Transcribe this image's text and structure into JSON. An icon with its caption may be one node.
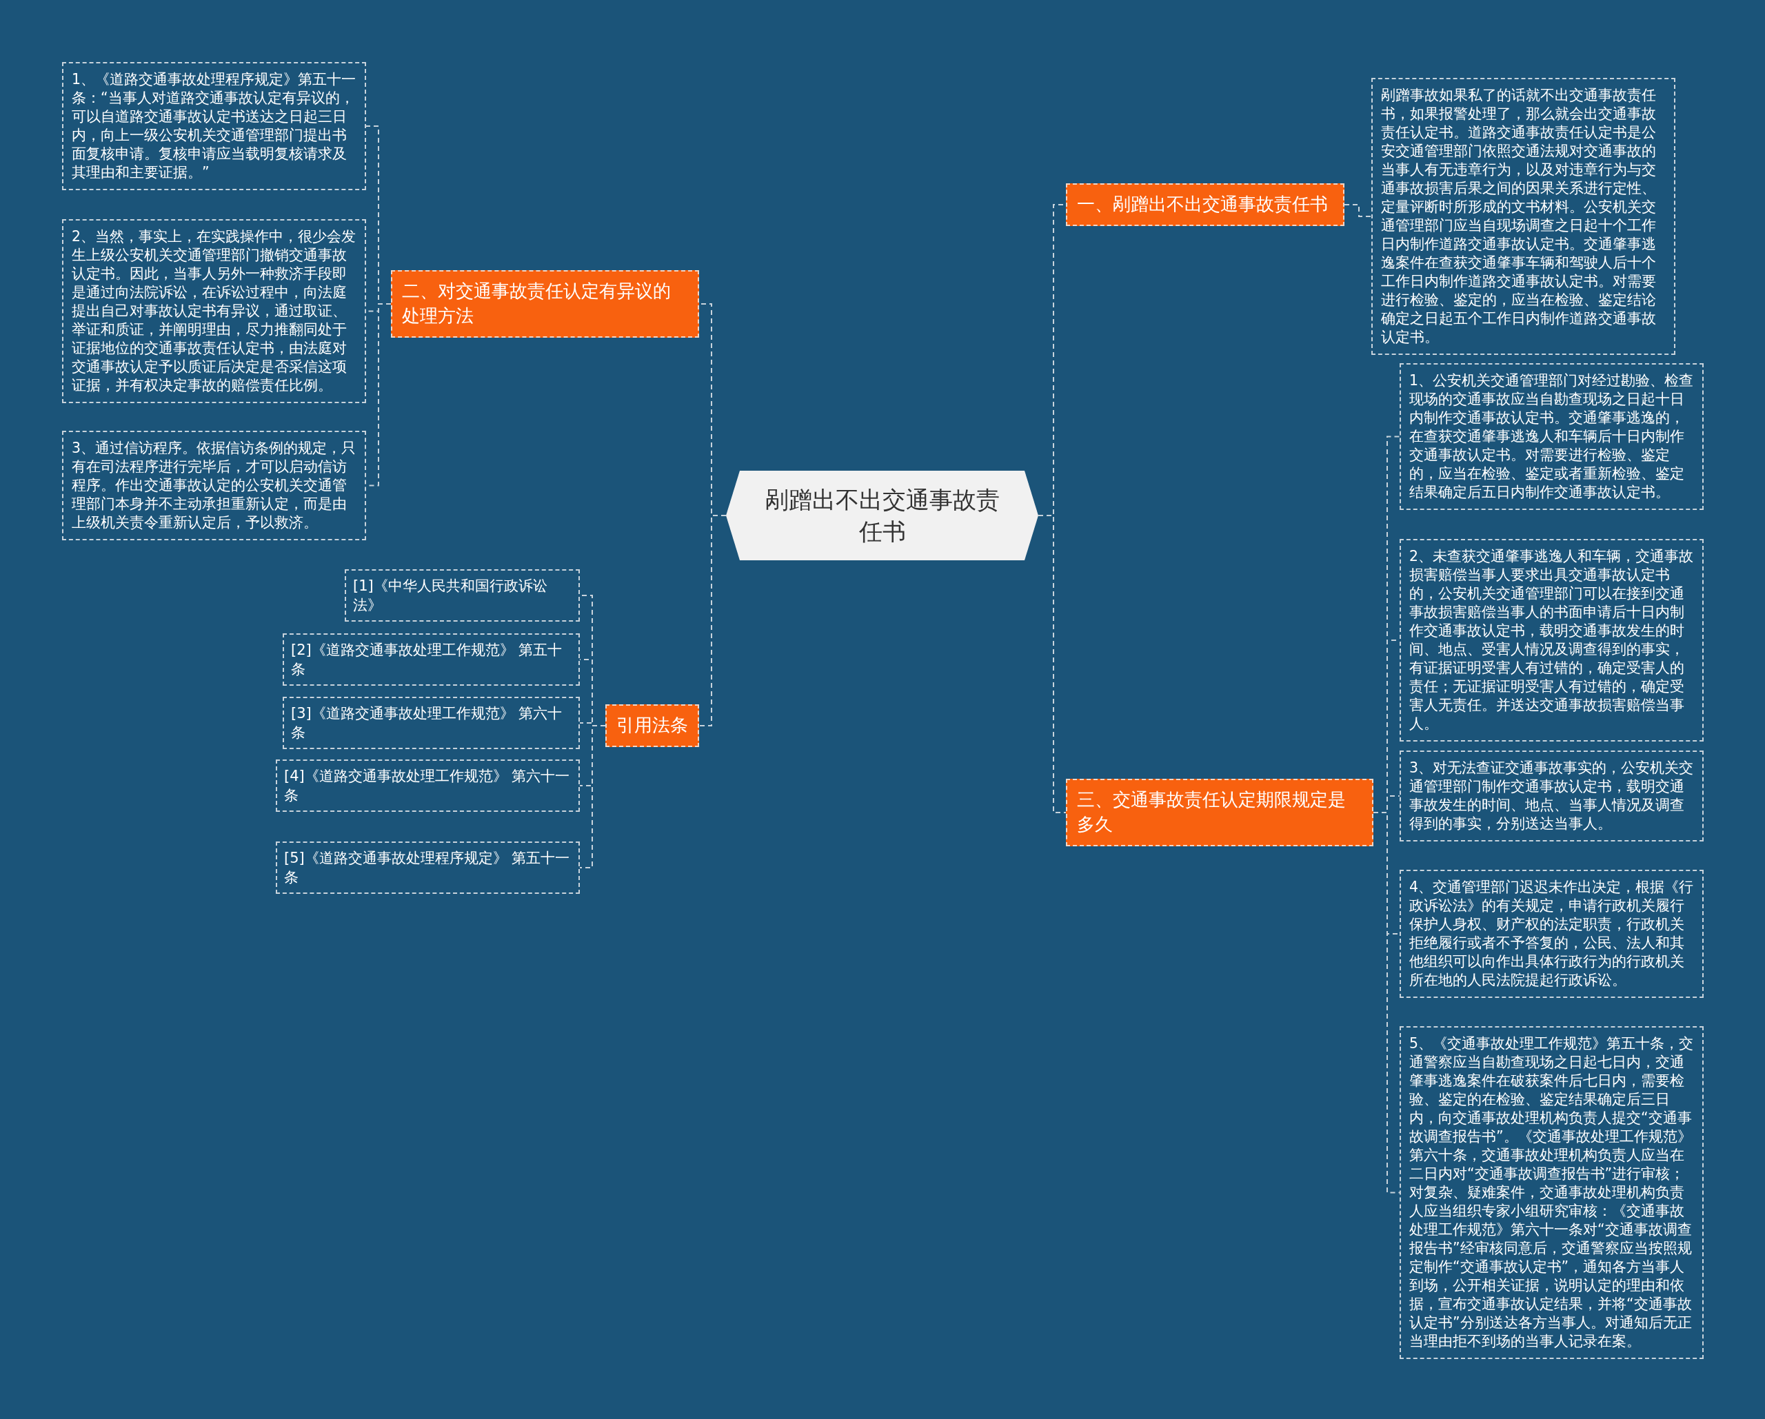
{
  "diagram": {
    "nodes": [
      {
        "text": [
          "剐蹭出不出交通事故责任书"
        ]
      },
      {
        "text": [
          "一、剐蹭出不出交通事故责任书"
        ]
      },
      {
        "text": [
          "剐蹭事故如果私了的话就不出交通事故责任书，如果报警处理了，那么就会出交通事故责任认定书。道路交通事故责任认定书是公安交通管理部门依照交通法规对交通事故的当事人有无违章行为，以及对违章行为与交通事故损害后果之间的因果关系进行定性、定量评断时所形成的文书材料。公安机关交通管理部门应当自现场调查之日起十个工作日内制作道路交通事故认定书。交通肇事逃逸案件在查获交通肇事车辆和驾驶人后十个工作日内制作道路交通事故认定书。对需要进行检验、鉴定的，应当在检验、鉴定结论确定之日起五个工作日内制作道路交通事故认定书。"
        ]
      },
      {
        "text": [
          "二、对交通事故责任认定有异议的处理方法"
        ]
      },
      {
        "text": [
          "1、《道路交通事故处理程序规定》第五十一条：“当事人对道路交通事故认定有异议的，可以自道路交通事故认定书送达之日起三日内，向上一级公安机关交通管理部门提出书面复核申请。复核申请应当载明复核请求及其理由和主要证据。”"
        ]
      },
      {
        "text": [
          "2、当然，事实上，在实践操作中，很少会发生上级公安机关交通管理部门撤销交通事故认定书。因此，当事人另外一种救济手段即是通过向法院诉讼，在诉讼过程中，向法庭提出自己对事故认定书有异议，通过取证、举证和质证，并阐明理由，尽力推翻同处于证据地位的交通事故责任认定书，由法庭对交通事故认定予以质证后决定是否采信这项证据，并有权决定事故的赔偿责任比例。"
        ]
      },
      {
        "text": [
          "3、通过信访程序。依据信访条例的规定，只有在司法程序进行完毕后，才可以启动信访程序。作出交通事故认定的公安机关交通管理部门本身并不主动承担重新认定，而是由上级机关责令重新认定后，予以救济。"
        ]
      },
      {
        "text": [
          "引用法条"
        ]
      },
      {
        "text": [
          "[1]《中华人民共和国行政诉讼法》"
        ]
      },
      {
        "text": [
          "[2]《道路交通事故处理工作规范》 第五十条"
        ]
      },
      {
        "text": [
          "[3]《道路交通事故处理工作规范》 第六十条"
        ]
      },
      {
        "text": [
          "[4]《道路交通事故处理工作规范》 第六十一条"
        ]
      },
      {
        "text": [
          "[5]《道路交通事故处理程序规定》 第五十一条"
        ]
      },
      {
        "text": [
          "三、交通事故责任认定期限规定是多久"
        ]
      },
      {
        "text": [
          "1、公安机关交通管理部门对经过勘验、检查现场的交通事故应当自勘查现场之日起十日内制作交通事故认定书。交通肇事逃逸的，在查获交通肇事逃逸人和车辆后十日内制作交通事故认定书。对需要进行检验、鉴定的，应当在检验、鉴定或者重新检验、鉴定结果确定后五日内制作交通事故认定书。"
        ]
      },
      {
        "text": [
          "2、未查获交通肇事逃逸人和车辆，交通事故损害赔偿当事人要求出具交通事故认定书的，公安机关交通管理部门可以在接到交通事故损害赔偿当事人的书面申请后十日内制作交通事故认定书，载明交通事故发生的时间、地点、受害人情况及调查得到的事实，有证据证明受害人有过错的，确定受害人的责任；无证据证明受害人有过错的，确定受害人无责任。并送达交通事故损害赔偿当事人。"
        ]
      },
      {
        "text": [
          "3、对无法查证交通事故事实的，公安机关交通管理部门制作交通事故认定书，载明交通事故发生的时间、地点、当事人情况及调查得到的事实，分别送达当事人。"
        ]
      },
      {
        "text": [
          "4、交通管理部门迟迟未作出决定，根据《行政诉讼法》的有关规定，申请行政机关履行保护人身权、财产权的法定职责，行政机关拒绝履行或者不予答复的，公民、法人和其他组织可以向作出具体行政行为的行政机关所在地的人民法院提起行政诉讼。"
        ]
      },
      {
        "text": [
          "5、《交通事故处理工作规范》第五十条，交通警察应当自勘查现场之日起七日内，交通肇事逃逸案件在破获案件后七日内，需要检验、鉴定的在检验、鉴定结果确定后三日内，向交通事故处理机构负责人提交“交通事故调查报告书”。《交通事故处理工作规范》第六十条，交通事故处理机构负责人应当在二日内对“交通事故调查报告书”进行审核；对复杂、疑难案件，交通事故处理机构负责人应当组织专家小组研究审核：《交通事故处理工作规范》第六十一条对“交通事故调查报告书”经审核同意后，交通警察应当按照规定制作“交通事故认定书”，通知各方当事人到场，公开相关证据，说明认定的理由和依据，宣布交通事故认定结果，并将“交通事故认定书”分别送达各方当事人。对通知后无正当理由拒不到场的当事人记录在案。"
        ]
      }
    ],
    "edges": [
      {
        "from": 0,
        "to": 1,
        "arrow": "none"
      },
      {
        "from": 1,
        "to": 2,
        "arrow": "none"
      },
      {
        "from": 0,
        "to": 3,
        "arrow": "none"
      },
      {
        "from": 3,
        "to": 4,
        "arrow": "none"
      },
      {
        "from": 3,
        "to": 5,
        "arrow": "none"
      },
      {
        "from": 3,
        "to": 6,
        "arrow": "none"
      },
      {
        "from": 0,
        "to": 7,
        "arrow": "none"
      },
      {
        "from": 7,
        "to": 8,
        "arrow": "none"
      },
      {
        "from": 7,
        "to": 9,
        "arrow": "none"
      },
      {
        "from": 7,
        "to": 10,
        "arrow": "none"
      },
      {
        "from": 7,
        "to": 11,
        "arrow": "none"
      },
      {
        "from": 7,
        "to": 12,
        "arrow": "none"
      },
      {
        "from": 0,
        "to": 13,
        "arrow": "none"
      },
      {
        "from": 13,
        "to": 14,
        "arrow": "none"
      },
      {
        "from": 13,
        "to": 15,
        "arrow": "none"
      },
      {
        "from": 13,
        "to": 16,
        "arrow": "none"
      },
      {
        "from": 13,
        "to": 17,
        "arrow": "none"
      },
      {
        "from": 13,
        "to": 18,
        "arrow": "none"
      }
    ]
  }
}
